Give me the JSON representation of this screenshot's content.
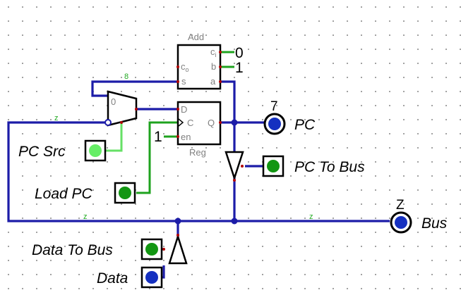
{
  "components": {
    "adder": {
      "title": "Add",
      "pins": {
        "cin": "c",
        "cin_sub": "i",
        "cout": "c",
        "cout_sub": "o",
        "b": "b",
        "sum": "s",
        "a": "a"
      }
    },
    "register": {
      "title": "Reg",
      "pins": {
        "d": "D",
        "clk": "C",
        "q": "Q",
        "en": "en"
      }
    },
    "mux": {
      "select0": "0"
    }
  },
  "constants": {
    "adder_cin": "0",
    "adder_b": "1",
    "reg_en": "1"
  },
  "inputs": {
    "pc_src": {
      "label": "PC Src",
      "color": "#66ee66"
    },
    "load_pc": {
      "label": "Load PC",
      "color": "#129612"
    },
    "pc_to_bus": {
      "label": "PC To Bus",
      "color": "#129612"
    },
    "data_to_bus": {
      "label": "Data To Bus",
      "color": "#129612"
    },
    "data": {
      "label": "Data",
      "color": "#1530c0"
    }
  },
  "outputs": {
    "pc": {
      "label": "PC",
      "value": "7"
    },
    "bus": {
      "label": "Bus",
      "value": "Z"
    }
  },
  "bit_widths": {
    "top_wire": "8",
    "left_wire": "z",
    "bus_left": "z",
    "bus_right": "z"
  }
}
